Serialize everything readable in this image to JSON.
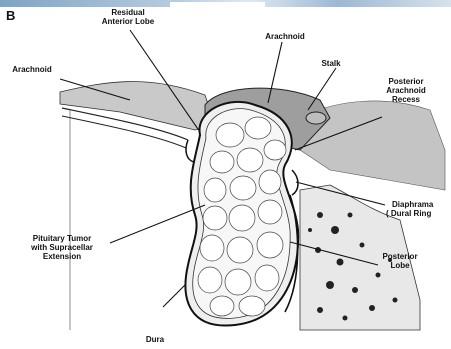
{
  "figure": {
    "panel_letter": "B",
    "labels": {
      "residual_anterior_lobe_line1": "Residual",
      "residual_anterior_lobe_line2": "Anterior Lobe",
      "arachnoid_top": "Arachnoid",
      "arachnoid_left": "Arachnoid",
      "stalk": "Stalk",
      "posterior_arachnoid_recess_line1": "Posterior",
      "posterior_arachnoid_recess_line2": "Arachnoid",
      "posterior_arachnoid_recess_line3": "Recess",
      "diaphragma_line1": "Diaphrama",
      "diaphragma_line2": "( Dural Ring",
      "pituitary_tumor_line1": "Pituitary Tumor",
      "pituitary_tumor_line2": "with Supracellar",
      "pituitary_tumor_line3": "Extension",
      "posterior_lobe_line1": "Posterior",
      "posterior_lobe_line2": "Lobe",
      "dura": "Dura"
    },
    "colors": {
      "background": "#ffffff",
      "tissue_gray": "#b8b8b8",
      "tumor_fill": "#f2f2f2",
      "line": "#111111"
    }
  }
}
